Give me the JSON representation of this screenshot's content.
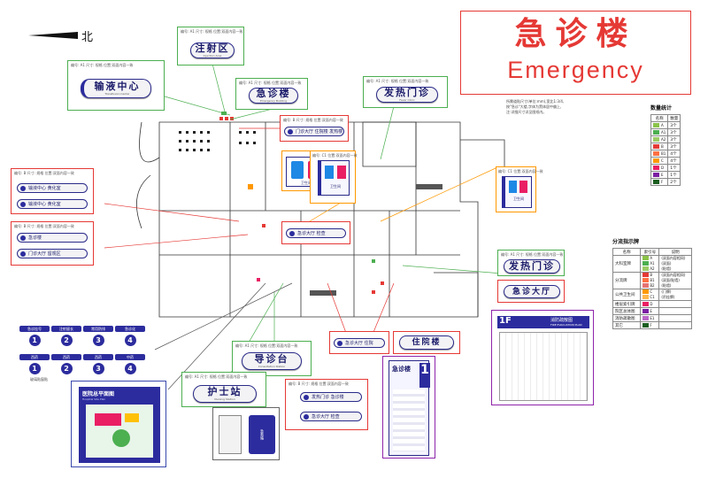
{
  "compass": {
    "label": "北"
  },
  "title": {
    "cn": "急诊楼",
    "en": "Emergency"
  },
  "notes": [
    "所需道贴尺寸(单位:mm),宽比1:3/4,",
    "按\"急诊\"大楼,字体为黑体居中偏上,",
    "注:详细尺寸详见图纸内。"
  ],
  "stats": {
    "title": "数量统计",
    "headers": [
      "名称",
      "数量"
    ],
    "rows": [
      {
        "swatch": "#8bc34a",
        "code": "A",
        "qty": "3个"
      },
      {
        "swatch": "#4caf50",
        "code": "A1",
        "qty": "3个"
      },
      {
        "swatch": "#9ccc65",
        "code": "A2",
        "qty": "3个"
      },
      {
        "swatch": "#e53935",
        "code": "B",
        "qty": "3个"
      },
      {
        "swatch": "#ff7043",
        "code": "B1",
        "qty": "4个"
      },
      {
        "swatch": "#ff9800",
        "code": "C",
        "qty": "4个"
      },
      {
        "swatch": "#e91e63",
        "code": "D",
        "qty": "1个"
      },
      {
        "swatch": "#7b1fa2",
        "code": "E",
        "qty": "1个"
      },
      {
        "swatch": "#1b5e20",
        "code": "F",
        "qty": "2个"
      }
    ]
  },
  "guide": {
    "title": "分流指示牌",
    "headers": [
      "名称",
      "索引号",
      "说明"
    ],
    "rows": [
      {
        "name": "大科室牌",
        "codes": [
          {
            "c": "A",
            "s": "#8bc34a"
          },
          {
            "c": "A1",
            "s": "#4caf50"
          },
          {
            "c": "A2",
            "s": "#9ccc65"
          }
        ],
        "desc": [
          "(双面内容相同)",
          "(双面)",
          "(贴墙)"
        ]
      },
      {
        "name": "分流牌",
        "codes": [
          {
            "c": "B",
            "s": "#e53935"
          },
          {
            "c": "B1",
            "s": "#ff7043"
          },
          {
            "c": "B2",
            "s": "#e57373"
          }
        ],
        "desc": [
          "(双面内容相同)",
          "(双面/贴墙)",
          "(贴墙)"
        ]
      },
      {
        "name": "公共卫生间",
        "codes": [
          {
            "c": "C",
            "s": "#ff9800"
          },
          {
            "c": "C1",
            "s": "#ffb74d"
          }
        ],
        "desc": [
          "(门牌)",
          "(吊挂牌)"
        ]
      },
      {
        "name": "楼层索引牌",
        "codes": [
          {
            "c": "D",
            "s": "#e91e63"
          }
        ],
        "desc": [
          ""
        ]
      },
      {
        "name": "院区总体图",
        "codes": [
          {
            "c": "E",
            "s": "#7b1fa2"
          }
        ],
        "desc": [
          ""
        ]
      },
      {
        "name": "消防疏散图",
        "codes": [
          {
            "c": "E1",
            "s": "#ba68c8"
          }
        ],
        "desc": [
          ""
        ]
      },
      {
        "name": "其它",
        "codes": [
          {
            "c": "F",
            "s": "#1b5e20"
          }
        ],
        "desc": [
          ""
        ]
      }
    ]
  },
  "signs": {
    "infusion": {
      "cn": "输液中心",
      "en": "Transfusion Center"
    },
    "injection": {
      "cn": "注射区",
      "en": "Injection Area"
    },
    "emergency": {
      "cn": "急诊楼",
      "en": "Emergency Building"
    },
    "fever": {
      "cn": "发热门诊",
      "en": "Fever Clinic"
    },
    "guide_desk": {
      "cn": "导诊台",
      "en": "Consultation Station"
    },
    "nurse_station": {
      "cn": "护士站",
      "en": "Nursing Station"
    },
    "fever_right": {
      "cn": "发热门诊",
      "en": "Fever Clinic"
    },
    "hall_right": {
      "cn": "急诊大厅",
      "en": "Emergency Hall"
    },
    "inpatient": {
      "cn": "住院楼",
      "en": "Inpatient"
    }
  },
  "pills": {
    "top_center": "门诊大厅  住院楼  发热楼",
    "left_a1": "输液中心  黄化室",
    "left_a2": "输液中心  黄化室",
    "left_b1": "急诊楼",
    "left_b2": "门诊大厅  留观区",
    "mid_1": "急诊大厅  检查",
    "bot_1": "发热门诊  急诊楼",
    "bot_2": "急诊大厅  检查",
    "bot_3": "急诊大厅  住院"
  },
  "toilet": {
    "label": "卫生间"
  },
  "bed_label": {
    "cn": "急救箱"
  },
  "numbers": {
    "row1_labels": [
      "急诊挂号",
      "注射留长",
      "常用防排",
      "急诊化"
    ],
    "row1_nums": [
      "1",
      "2",
      "3",
      "4"
    ],
    "row2_labels": [
      "西药",
      "西药",
      "西药",
      "中药"
    ],
    "row2_nums": [
      "1",
      "2",
      "3",
      "4"
    ],
    "caption": "玻璃贴窗贴"
  },
  "campus_map": {
    "title": "医院总平面图",
    "sub": "Hospital Site Plan"
  },
  "evac": {
    "cn": "消防疏散图",
    "en": "FIRE EVACUATION PLAN",
    "floor": "1F"
  },
  "floor_index": {
    "title": "急诊楼",
    "num": "1"
  },
  "tags": {
    "green": "编号: A1  尺寸: 规格  位置:双面内容一致",
    "red": "编号: B  尺寸: 规格  位置:双面内容一致",
    "orange": "编号: C1  位置:双面内容一致"
  },
  "colors": {
    "brand": "#2c2c9e",
    "title_red": "#e53935",
    "callout_green": "#4caf50",
    "callout_red": "#e53935"
  }
}
